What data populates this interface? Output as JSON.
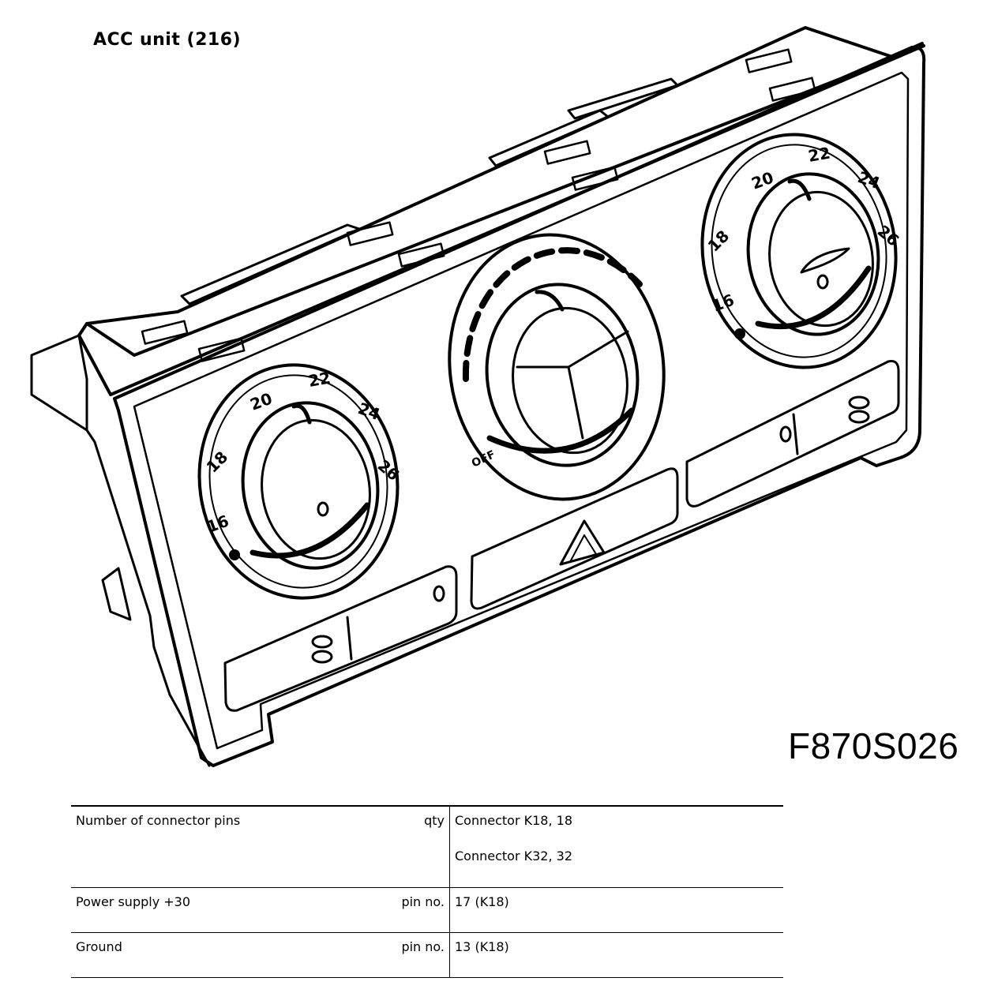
{
  "title": "ACC unit (216)",
  "figure_code": "F870S026",
  "dials": {
    "left_scale": [
      "16",
      "18",
      "20",
      "22",
      "24",
      "26"
    ],
    "right_scale": [
      "16",
      "18",
      "20",
      "22",
      "24",
      "26"
    ],
    "fan_off_label": "OFF"
  },
  "table": {
    "rows": [
      {
        "label": "Number of connector pins",
        "unit": "qty",
        "values": [
          "Connector K18, 18",
          "Connector K32, 32"
        ]
      },
      {
        "label": "Power supply +30",
        "unit": "pin no.",
        "values": [
          "17 (K18)"
        ]
      },
      {
        "label": "Ground",
        "unit": "pin no.",
        "values": [
          "13 (K18)"
        ]
      }
    ]
  }
}
